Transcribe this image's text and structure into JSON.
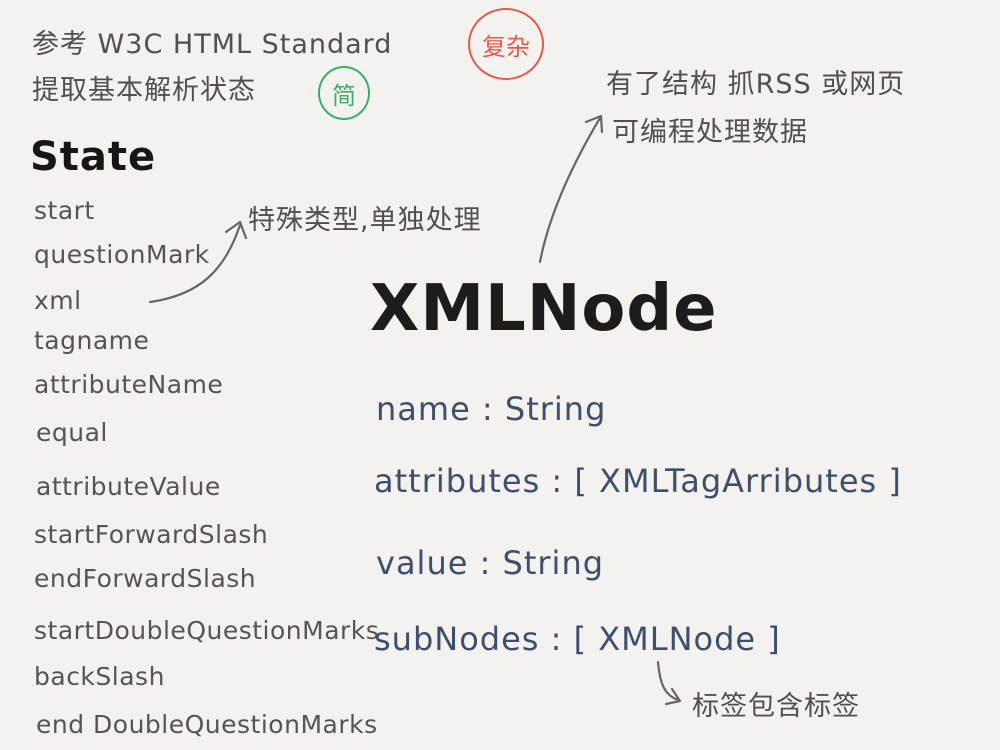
{
  "intro": {
    "line1": "参考 W3C  HTML Standard",
    "line2": "提取基本解析状态",
    "badge_complex": "复杂",
    "badge_simple": "简"
  },
  "colors": {
    "badge_complex": "#e35a4a",
    "badge_simple": "#3cae6a",
    "properties": "#3e4f6e"
  },
  "states": {
    "title": "State",
    "items": [
      "start",
      "questionMark",
      "xml",
      "tagname",
      "attributeName",
      "equal",
      "attributeValue",
      "startForwardSlash",
      "endForwardSlash",
      "startDoubleQuestionMarks",
      "backSlash",
      "end DoubleQuestionMarks"
    ]
  },
  "annotations": {
    "special": "特殊类型,单独处理",
    "structure_line1": "有了结构 抓RSS 或网页",
    "structure_line2": "可编程处理数据",
    "subnodes": "标签包含标签"
  },
  "node": {
    "title": "XMLNode",
    "properties": [
      "name : String",
      "attributes : [ XMLTagArributes ]",
      "value : String",
      "subNodes : [ XMLNode ]"
    ]
  }
}
